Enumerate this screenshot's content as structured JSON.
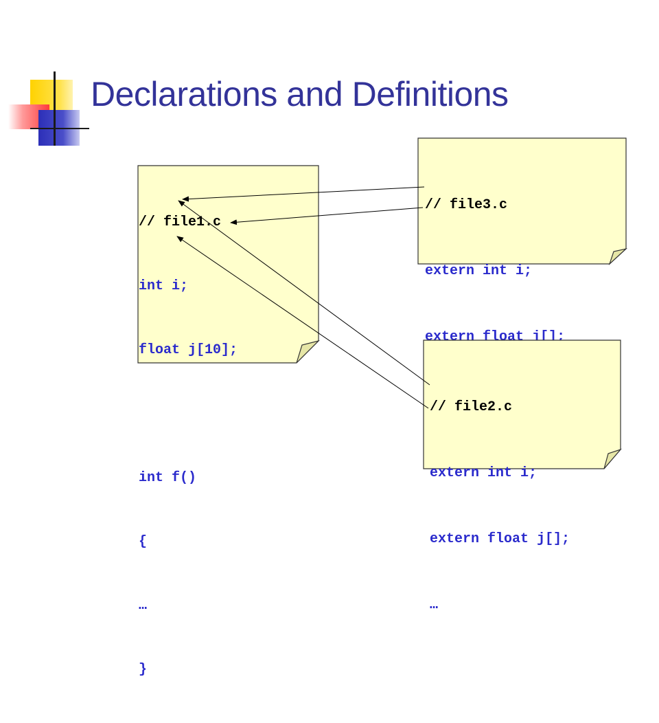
{
  "slide": {
    "title": "Declarations and Definitions"
  },
  "colors": {
    "title": "#333399",
    "code": "#2a2acc",
    "comment": "#000000",
    "note_fill": "#ffffcc",
    "fold_fill": "#e6e6a6"
  },
  "notes": {
    "file1": {
      "lines": [
        "// file1.c",
        "int i;",
        "float j[10];",
        "",
        "int f()",
        "{",
        "…",
        "}"
      ]
    },
    "file3": {
      "lines": [
        "// file3.c",
        "extern int i;",
        "extern float j[];",
        "…"
      ]
    },
    "file2": {
      "lines": [
        "// file2.c",
        "extern int i;",
        "extern float j[];",
        "…"
      ]
    }
  }
}
